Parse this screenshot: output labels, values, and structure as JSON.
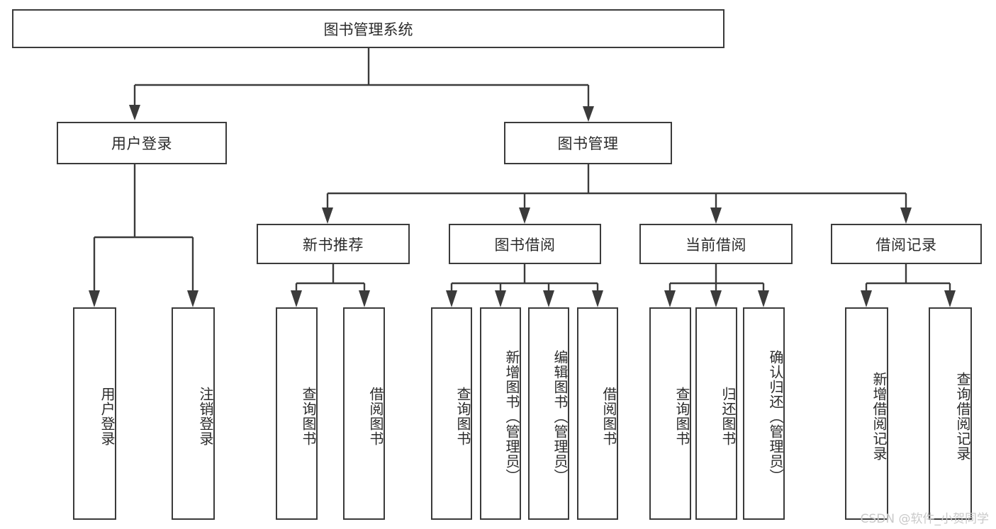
{
  "diagram": {
    "title": "图书管理系统",
    "type": "hierarchy-tree",
    "root": {
      "label": "图书管理系统"
    },
    "level2": [
      {
        "label": "用户登录"
      },
      {
        "label": "图书管理"
      }
    ],
    "level3": [
      {
        "label": "新书推荐"
      },
      {
        "label": "图书借阅"
      },
      {
        "label": "当前借阅"
      },
      {
        "label": "借阅记录"
      }
    ],
    "leaves": {
      "user_login": [
        {
          "label": "用户登录"
        },
        {
          "label": "注销登录"
        }
      ],
      "new_book_recommend": [
        {
          "label": "查询图书"
        },
        {
          "label": "借阅图书"
        }
      ],
      "book_borrow": [
        {
          "label": "查询图书"
        },
        {
          "label": "新增图书（管理员）"
        },
        {
          "label": "编辑图书（管理员）"
        },
        {
          "label": "借阅图书"
        }
      ],
      "current_borrow": [
        {
          "label": "查询图书"
        },
        {
          "label": "归还图书"
        },
        {
          "label": "确认归还（管理员）"
        }
      ],
      "borrow_record": [
        {
          "label": "新增借阅记录"
        },
        {
          "label": "查询借阅记录"
        }
      ]
    }
  },
  "watermark": {
    "text": "CSDN @软件_小贺同学"
  },
  "colors": {
    "border": "#3b3b3b",
    "text": "#2b2b2b",
    "background": "#ffffff",
    "watermark": "#c9c9c9"
  }
}
